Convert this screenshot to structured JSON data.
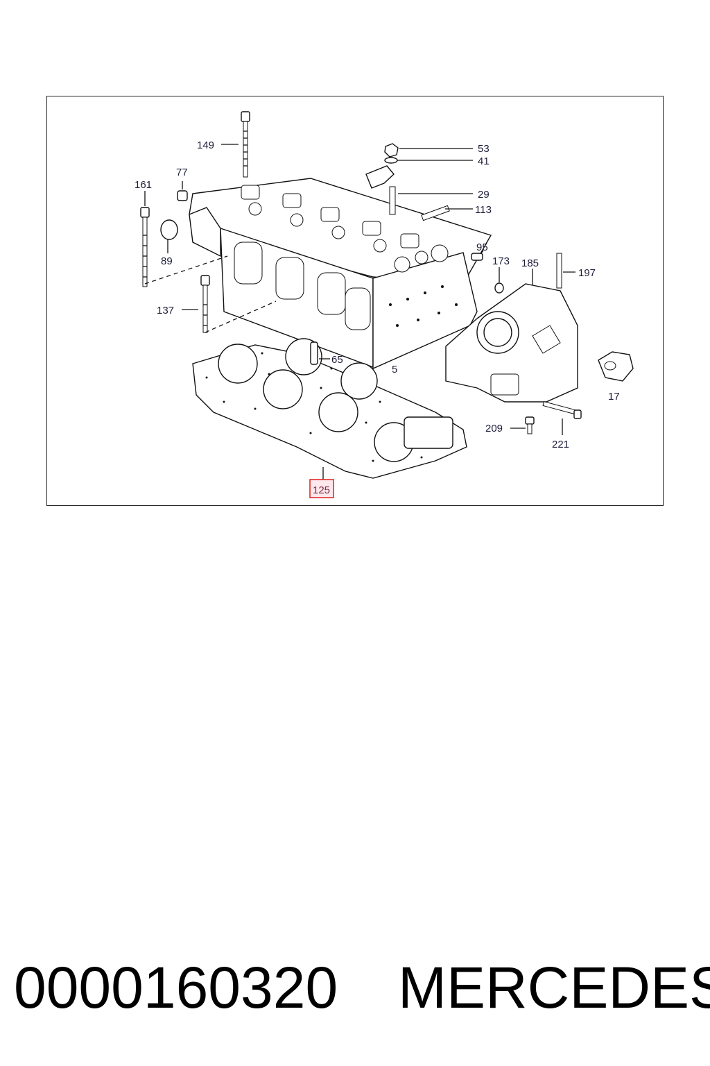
{
  "diagram": {
    "callouts": {
      "c149": "149",
      "c77": "77",
      "c161": "161",
      "c89": "89",
      "c137": "137",
      "c53": "53",
      "c41": "41",
      "c29": "29",
      "c113": "113",
      "c95": "95",
      "c173": "173",
      "c185": "185",
      "c197": "197",
      "c65": "65",
      "c5": "5",
      "c17": "17",
      "c209": "209",
      "c221": "221",
      "c125": "125"
    },
    "highlighted_callout": "125",
    "highlight_color": "#e02020"
  },
  "footer": {
    "part_number": "0000160320",
    "brand": "MERCEDES"
  }
}
